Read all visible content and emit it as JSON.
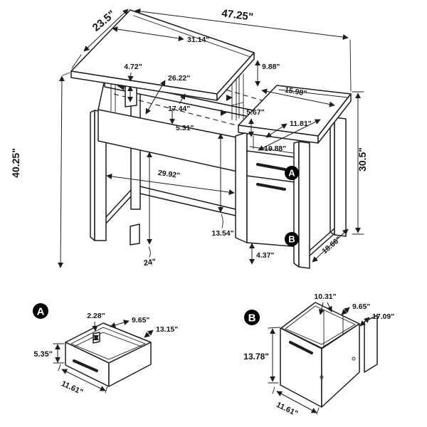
{
  "diagram": {
    "kind": "furniture-dimension-line-drawing",
    "subject": "lift-top computer desk with drawer pedestal, with enlarged drawer details"
  },
  "main": {
    "dim_overall_width": "47.25\"",
    "dim_overall_depth": "23.5\"",
    "dim_overall_height": "40.25\"",
    "dim_desk_height": "30.5\"",
    "dim_top_panel_width": "31.14\"",
    "dim_lift_height": "9.88\"",
    "dim_lift_mechanism": "4.72\"",
    "dim_compartment_width": "26.22\"",
    "dim_compartment_depth": "17.44\"",
    "dim_apron_height": "5.31\"",
    "dim_right_top_depth": "15.98\"",
    "dim_cubby_height": "5.67\"",
    "dim_drawer_opening_width": "11.81\"",
    "dim_drawer_glide_depth": "19.88\"",
    "dim_kneehole_width": "29.92\"",
    "dim_back_panel_height": "13.54\"",
    "dim_kneehole_height": "24\"",
    "dim_base_clearance": "4.37\"",
    "dim_leg_span": "18.66\"",
    "badge_a": "A",
    "badge_b": "B"
  },
  "detail_a": {
    "badge": "A",
    "dim_rail_height": "2.28\"",
    "dim_inner_width": "9.65\"",
    "dim_inner_depth": "13.15\"",
    "dim_front_height": "5.35\"",
    "dim_front_width": "11.61\""
  },
  "detail_b": {
    "badge": "B",
    "dim_inner_height": "10.31\"",
    "dim_inner_width": "9.65\"",
    "dim_inner_depth": "17.09\"",
    "dim_front_height": "13.78\"",
    "dim_front_width": "11.61\""
  },
  "colors": {
    "line": "#1d1d1d",
    "background": "#ffffff",
    "badge_fill": "#000000",
    "badge_text": "#ffffff"
  }
}
